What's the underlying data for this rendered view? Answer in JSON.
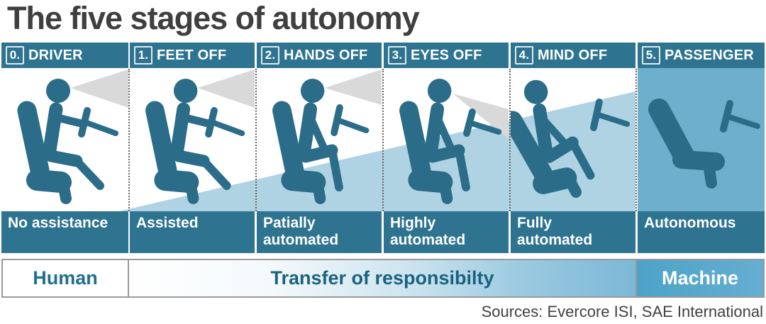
{
  "title": "The five stages of autonomy",
  "source_note": "Sources: Evercore ISI, SAE International",
  "stages": [
    {
      "number": "0.",
      "label": "DRIVER",
      "description": "No assistance"
    },
    {
      "number": "1.",
      "label": "FEET OFF",
      "description": "Assisted"
    },
    {
      "number": "2.",
      "label": "HANDS OFF",
      "description": "Patially automated"
    },
    {
      "number": "3.",
      "label": "EYES OFF",
      "description": "Highly automated"
    },
    {
      "number": "4.",
      "label": "MIND OFF",
      "description": "Fully automated"
    },
    {
      "number": "5.",
      "label": "PASSENGER",
      "description": "Autonomous"
    }
  ],
  "responsibility_bar": {
    "human_label": "Human",
    "transfer_label": "Transfer of responsibilty",
    "machine_label": "Machine"
  },
  "colors": {
    "figure_teal": "#2B6C89",
    "header_teal": "#2E7490",
    "wedge_light_blue": "#AFD3E2",
    "passenger_column_bg": "#6FAFCE",
    "machine_bar_bg": "#55A6CB",
    "vision_cone_gray": "#D9D9D9",
    "title_text": "#3F3F3F"
  }
}
